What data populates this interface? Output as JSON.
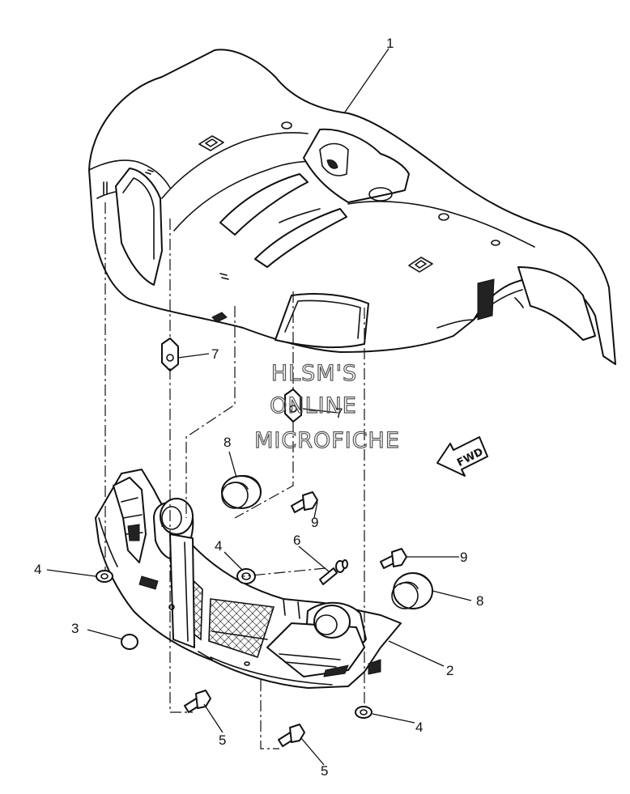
{
  "watermark": {
    "line1": "HLSM'S",
    "line2": "ONLINE",
    "line3": "MICROFICHE"
  },
  "direction_arrow": {
    "label": "FWD"
  },
  "callouts": {
    "c1": "1",
    "c2": "2",
    "c3": "3",
    "c4a": "4",
    "c4b": "4",
    "c4c": "4",
    "c5a": "5",
    "c5b": "5",
    "c6": "6",
    "c7a": "7",
    "c7b": "7",
    "c8a": "8",
    "c8b": "8",
    "c9a": "9",
    "c9b": "9"
  },
  "colors": {
    "line": "#111111",
    "paper": "#ffffff",
    "watermark": "#555555"
  }
}
